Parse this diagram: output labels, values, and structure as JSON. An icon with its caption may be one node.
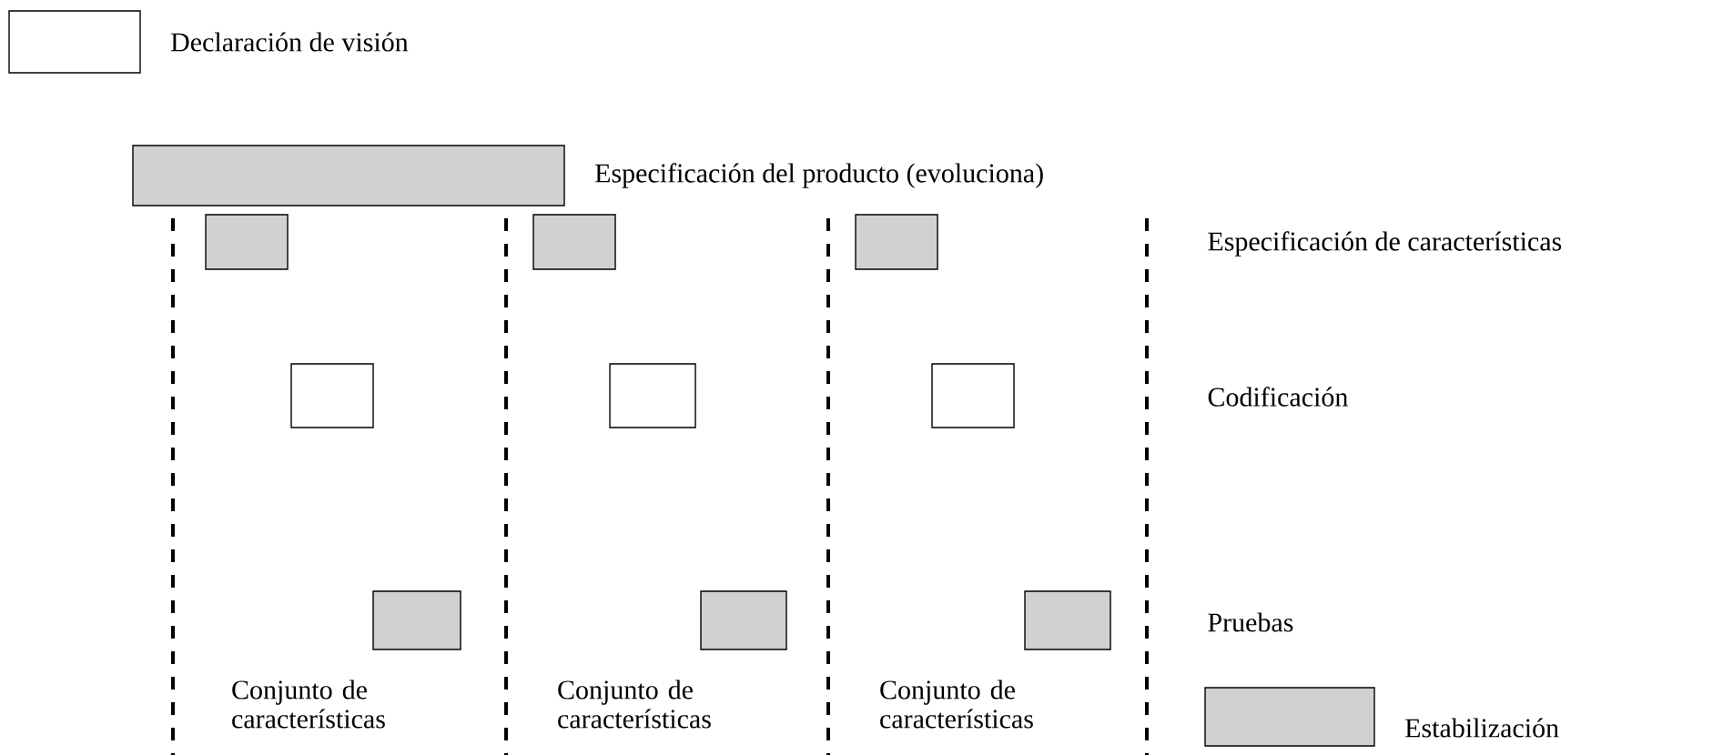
{
  "diagram": {
    "nodes": [
      {
        "text": [],
        "shape": "box",
        "beside": [
          "Declaración de visión"
        ]
      },
      {
        "text": [],
        "shape": "box",
        "beside": [
          "Especificación del producto (evoluciona)"
        ]
      },
      {
        "text": [],
        "shape": "box"
      },
      {
        "text": [],
        "shape": "box"
      },
      {
        "text": [],
        "shape": "box"
      },
      {
        "text": [],
        "shape": "box"
      },
      {
        "text": [],
        "shape": "box"
      },
      {
        "text": [],
        "shape": "box"
      },
      {
        "text": [],
        "shape": "box"
      },
      {
        "text": [],
        "shape": "box"
      },
      {
        "text": [],
        "shape": "box"
      },
      {
        "text": [],
        "shape": "box",
        "beside": [
          "Estabilización"
        ]
      }
    ],
    "labels": [
      "Especificación de características",
      "Codificación",
      "Pruebas",
      "Conjunto de características",
      "Conjunto de características",
      "Conjunto de características"
    ]
  }
}
